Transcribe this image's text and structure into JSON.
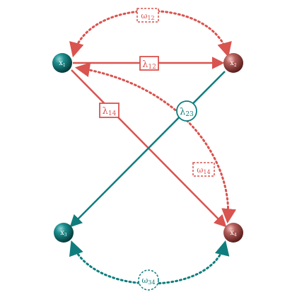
{
  "colors": {
    "red": "#d9534f",
    "teal": "#0f7d7d"
  },
  "nodes": {
    "x1": {
      "label": "x",
      "sub": "1"
    },
    "x2": {
      "label": "x",
      "sub": "2"
    },
    "x3": {
      "label": "x",
      "sub": "3"
    },
    "x4": {
      "label": "x",
      "sub": "4"
    }
  },
  "edges": {
    "lambda12": {
      "label": "λ",
      "sub": "12"
    },
    "lambda14": {
      "label": "λ",
      "sub": "14"
    },
    "lambda23": {
      "label": "λ",
      "sub": "23"
    },
    "omega12": {
      "label": "ω",
      "sub": "12"
    },
    "omega14": {
      "label": "ω",
      "sub": "14"
    },
    "omega34": {
      "label": "ω",
      "sub": "34"
    }
  }
}
